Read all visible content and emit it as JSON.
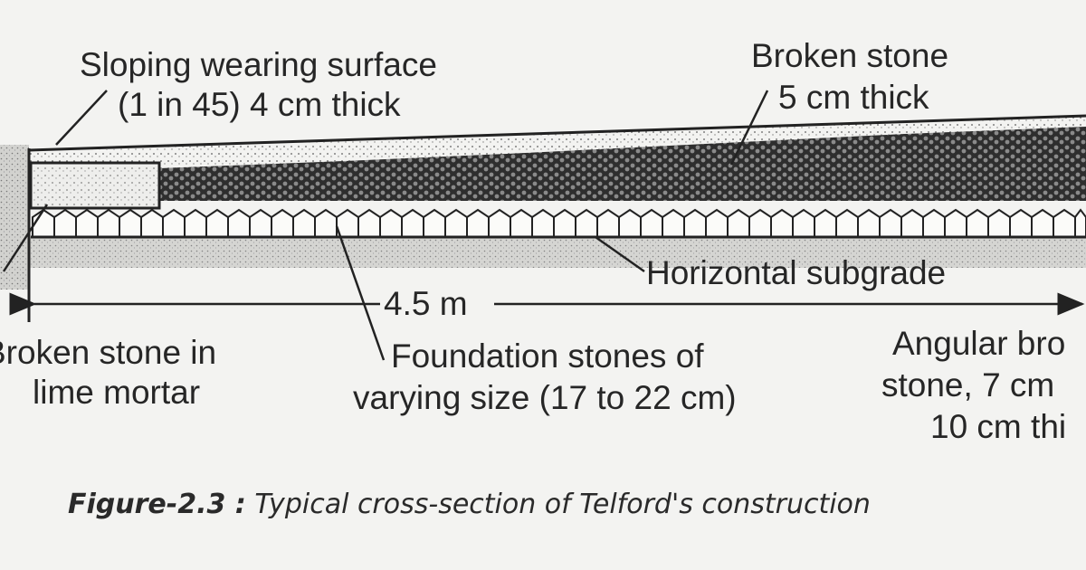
{
  "labels": {
    "wearing_surface_line1": "Sloping wearing surface",
    "wearing_surface_line2": "(1 in 45) 4 cm thick",
    "broken_stone_top_line1": "Broken stone",
    "broken_stone_top_line2": "5 cm thick",
    "horizontal_subgrade": "Horizontal subgrade",
    "width_dimension": "4.5 m",
    "broken_stone_mortar_line1": "Broken stone in",
    "broken_stone_mortar_line2": "lime mortar",
    "foundation_stones_line1": "Foundation stones of",
    "foundation_stones_line2": "varying size (17 to 22 cm)",
    "angular_stone_line1": "Angular bro",
    "angular_stone_line2": "stone, 7 cm",
    "angular_stone_line3": "10 cm thi"
  },
  "caption": {
    "number": "Figure-2.3 :",
    "text": "Typical cross-section of Telford's construction"
  }
}
